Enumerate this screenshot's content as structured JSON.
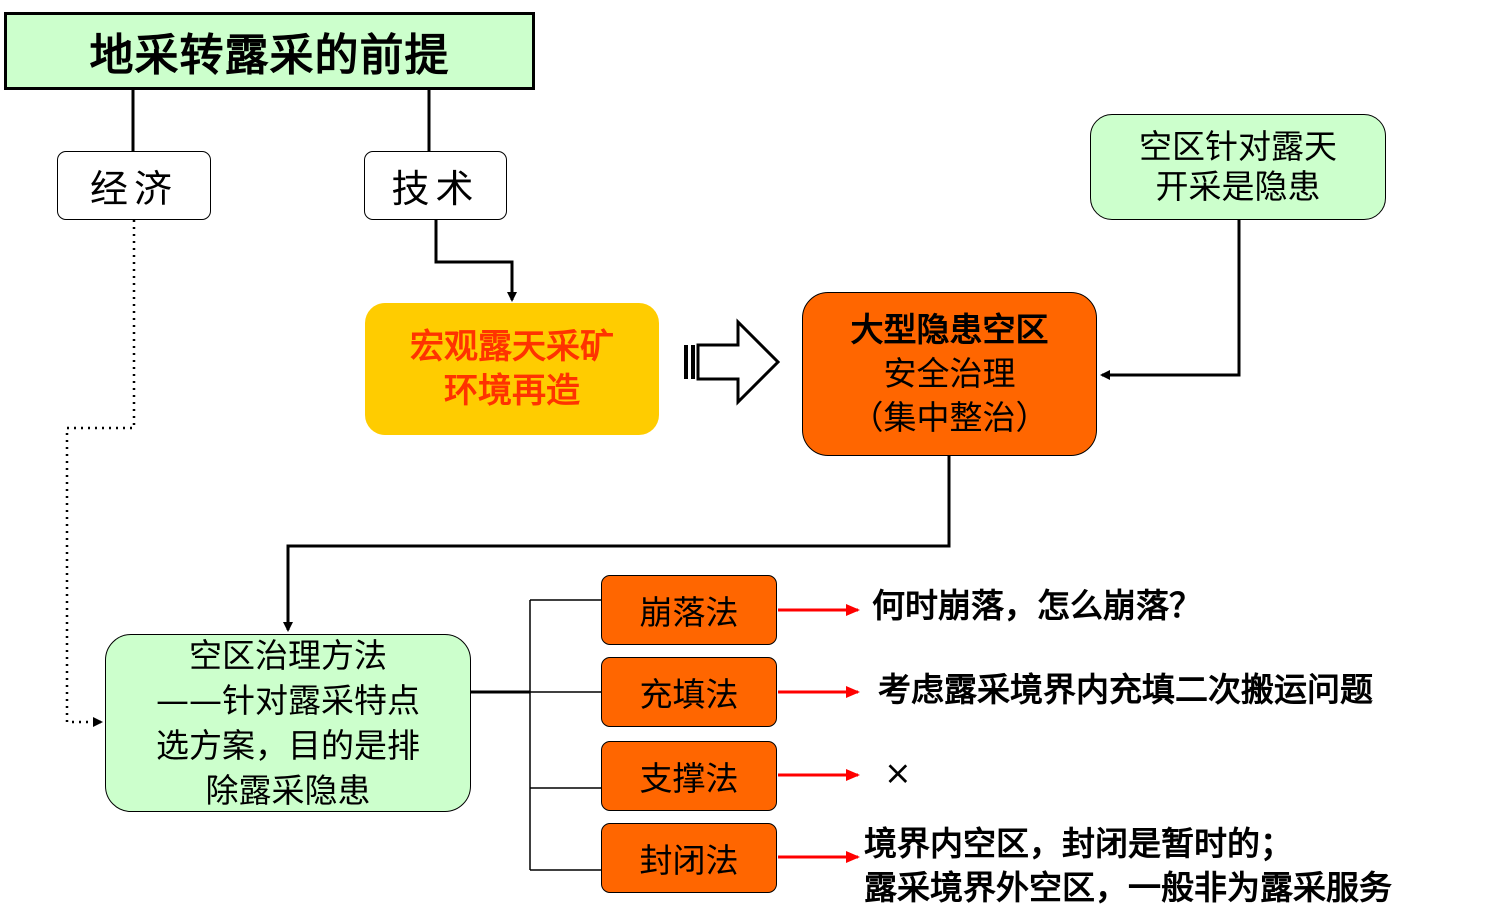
{
  "title": "地采转露采的前提",
  "economy": "经济",
  "technology": "技术",
  "macro_mining": {
    "line1": "宏观露天采矿",
    "line2": "环境再造"
  },
  "hazard_note": {
    "line1": "空区针对露天",
    "line2": "开采是隐患"
  },
  "large_cavity": {
    "line1": "大型隐患空区",
    "line2": "安全治理",
    "line3": "（集中整治）"
  },
  "method_box": {
    "line1": "空区治理方法",
    "line2": "——针对露采特点",
    "line3": "选方案，目的是排",
    "line4": "除露采隐患"
  },
  "methods": [
    {
      "label": "崩落法",
      "result": "何时崩落，怎么崩落？"
    },
    {
      "label": "充填法",
      "result": "考虑露采境界内充填二次搬运问题"
    },
    {
      "label": "支撑法",
      "result": "×"
    },
    {
      "label": "封闭法",
      "result": "境界内空区，封闭是暂时的；",
      "result_line2": "露采境界外空区，一般非为露采服务"
    }
  ],
  "colors": {
    "light_green": "#ccffcc",
    "yellow": "#ffcc00",
    "orange": "#ff6600",
    "macro_text": "#ff3300",
    "arrow_red": "#ff0000"
  }
}
